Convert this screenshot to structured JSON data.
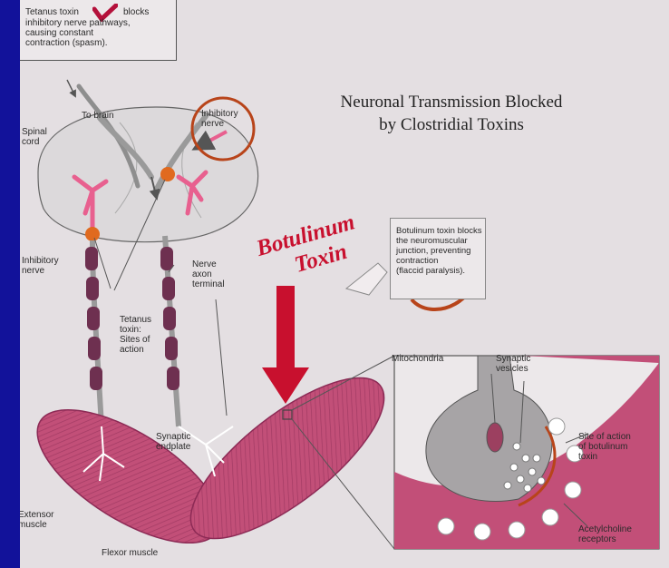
{
  "title": "Neuronal Transmission Blocked\nby Clostridial Toxins",
  "banner": {
    "line1": "Botulinum",
    "line2": "Toxin"
  },
  "labels": {
    "tetanus_box_a": "Tetanus toxin",
    "tetanus_box_b": "blocks",
    "tetanus_box_c": "inhibitory nerve pathways,\ncausing constant\ncontraction (spasm).",
    "to_brain": "To brain",
    "spinal_cord": "Spinal\ncord",
    "inhibitory_nerve_top": "Inhibitory\nnerve",
    "inhibitory_nerve_left": "Inhibitory\nnerve",
    "nerve_axon_terminal": "Nerve\naxon\nterminal",
    "tetanus_sites": "Tetanus\ntoxin:\nSites of\naction",
    "botulinum_box": "Botulinum toxin blocks\nthe neuromuscular\njunction, preventing\ncontraction\n(flaccid paralysis).",
    "mitochondria": "Mitochondria",
    "synaptic_vesicles": "Synaptic\nvesicles",
    "site_of_action": "Site of action\nof botulinum\ntoxin",
    "synaptic_endplate": "Synaptic\nendplate",
    "acetylcholine_receptors": "Acetylcholine\nreceptors",
    "extensor_muscle": "Extensor\nmuscle",
    "flexor_muscle": "Flexor muscle"
  },
  "colors": {
    "slide_border": "#12129a",
    "slide_background": "#e4dfe2",
    "muscle": "#c24f78",
    "muscle_dark": "#8c2a55",
    "nerve_pink": "#e8608f",
    "toxin_red": "#c8102e",
    "brown_accent": "#b8441a"
  }
}
